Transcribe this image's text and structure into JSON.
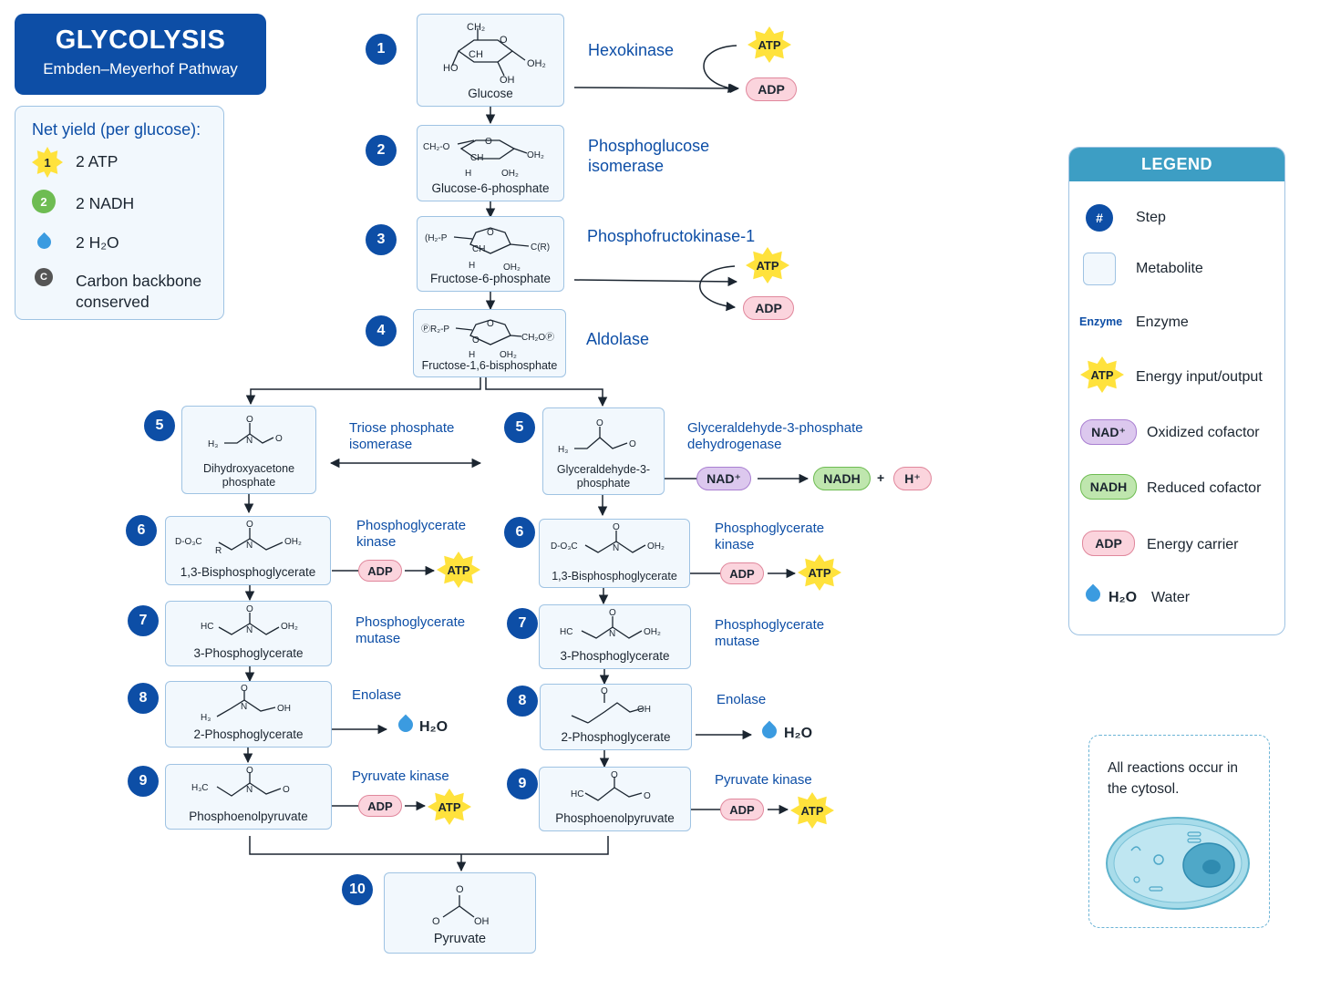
{
  "title": {
    "main": "GLYCOLYSIS",
    "subtitle": "Embden–Meyerhof Pathway"
  },
  "yield": {
    "heading": "Net yield (per glucose):",
    "items": [
      {
        "badge": "1",
        "text": "2 ATP",
        "icon": "atp-star-icon",
        "color": "#ffe23c"
      },
      {
        "badge": "2",
        "text": "2 NADH",
        "icon": "nadh-circle-icon",
        "color": "#6ebc52"
      },
      {
        "badge": "",
        "text": "2 H₂O",
        "icon": "water-drop-icon",
        "color": "#3b9be0"
      },
      {
        "badge": "C",
        "text": "Carbon backbone conserved",
        "icon": "carbon-icon",
        "color": "#555555"
      }
    ]
  },
  "top_steps": [
    {
      "num": "1",
      "metabolite": "Glucose",
      "enzyme": "Hexokinase",
      "input": "ATP",
      "output": "ADP"
    },
    {
      "num": "2",
      "metabolite": "Glucose-6-phosphate",
      "enzyme": "Phosphoglucose isomerase"
    },
    {
      "num": "3",
      "metabolite": "Fructose-6-phosphate",
      "enzyme": "Phosphofructokinase-1",
      "input": "ATP",
      "output": "ADP"
    },
    {
      "num": "4",
      "metabolite": "Fructose-1,6-bisphosphate",
      "enzyme": "Aldolase"
    }
  ],
  "left_branch": [
    {
      "num": "5",
      "metabolite": "Dihydroxyacetone phosphate",
      "enzyme": "Triose phosphate isomerase"
    },
    {
      "num": "6",
      "metabolite": "1,3-Bisphosphoglycerate",
      "enzyme": "Phosphoglycerate kinase",
      "input": "ADP",
      "output": "ATP"
    },
    {
      "num": "7",
      "metabolite": "3-Phosphoglycerate",
      "enzyme": "Phosphoglycerate mutase"
    },
    {
      "num": "8",
      "metabolite": "2-Phosphoglycerate",
      "enzyme": "Enolase",
      "output": "H₂O"
    },
    {
      "num": "9",
      "metabolite": "Phosphoenolpyruvate",
      "enzyme": "Pyruvate kinase",
      "input": "ADP",
      "output": "ATP"
    }
  ],
  "right_branch": [
    {
      "num": "5",
      "metabolite": "Glyceraldehyde-3-phosphate",
      "enzyme": "Glyceraldehyde-3-phosphate dehydrogenase",
      "input": "NAD⁺",
      "output": "NADH",
      "plus": "+",
      "extra": "H⁺"
    },
    {
      "num": "6",
      "metabolite": "1,3-Bisphosphoglycerate",
      "enzyme": "Phosphoglycerate kinase",
      "input": "ADP",
      "output": "ATP"
    },
    {
      "num": "7",
      "metabolite": "3-Phosphoglycerate",
      "enzyme": "Phosphoglycerate mutase"
    },
    {
      "num": "8",
      "metabolite": "2-Phosphoglycerate",
      "enzyme": "Enolase",
      "output": "H₂O"
    },
    {
      "num": "9",
      "metabolite": "Phosphoenolpyruvate",
      "enzyme": "Pyruvate kinase",
      "input": "ADP",
      "output": "ATP"
    }
  ],
  "final": {
    "num": "10",
    "metabolite": "Pyruvate"
  },
  "molecule_labels": {
    "glucose": [
      "CH₂",
      "O",
      "CH",
      "OH₂",
      "HO",
      "OH"
    ],
    "g6p": [
      "CH₂-O",
      "O",
      "CH",
      "OH₂",
      "OH₂",
      "H"
    ],
    "f6p": [
      "(H₂-P",
      "O",
      "CH",
      "OH₂",
      "C(R)",
      "H"
    ],
    "fbp": [
      "ⓅR₂-P",
      "O",
      "O",
      "CH₂OⓅ",
      "OH₂",
      "H"
    ],
    "dhap": [
      "H₃",
      "O",
      "N",
      "O"
    ],
    "g3p": [
      "H₃",
      "O",
      "O"
    ],
    "bpg": [
      "D-O₃C",
      "O",
      "N",
      "OH₂",
      "R"
    ],
    "pg3": [
      "HC",
      "O",
      "N",
      "OH₂"
    ],
    "pg2": [
      "H₃",
      "O",
      "N",
      "OH"
    ],
    "pep": [
      "H₃C",
      "O",
      "N",
      "O"
    ],
    "pyruvate": [
      "O",
      "O",
      "OH"
    ]
  },
  "legend": {
    "title": "LEGEND",
    "items": [
      {
        "symbol": "#",
        "text": "Step"
      },
      {
        "symbol": "",
        "text": "Metabolite"
      },
      {
        "symbol": "Enzyme",
        "text": "Enzyme"
      },
      {
        "symbol": "ATP",
        "text": "Energy input/output"
      },
      {
        "symbol": "NAD⁺",
        "text": "Oxidized cofactor"
      },
      {
        "symbol": "NADH",
        "text": "Reduced cofactor"
      },
      {
        "symbol": "ADP",
        "text": "Energy carrier"
      },
      {
        "symbol": "H₂O",
        "text": "Water"
      }
    ]
  },
  "note": {
    "text": "All reactions occur in the cytosol.",
    "icon": "cell-icon"
  },
  "colors": {
    "brand": "#0d4ea6",
    "box_border": "#9fc3e3",
    "box_fill": "#f2f8fd",
    "atp": "#ffe23c",
    "adp": "#fbd4dd",
    "nad": "#dcc8ee",
    "nadh": "#bfe6ae",
    "legend_header": "#3d9ec4"
  }
}
